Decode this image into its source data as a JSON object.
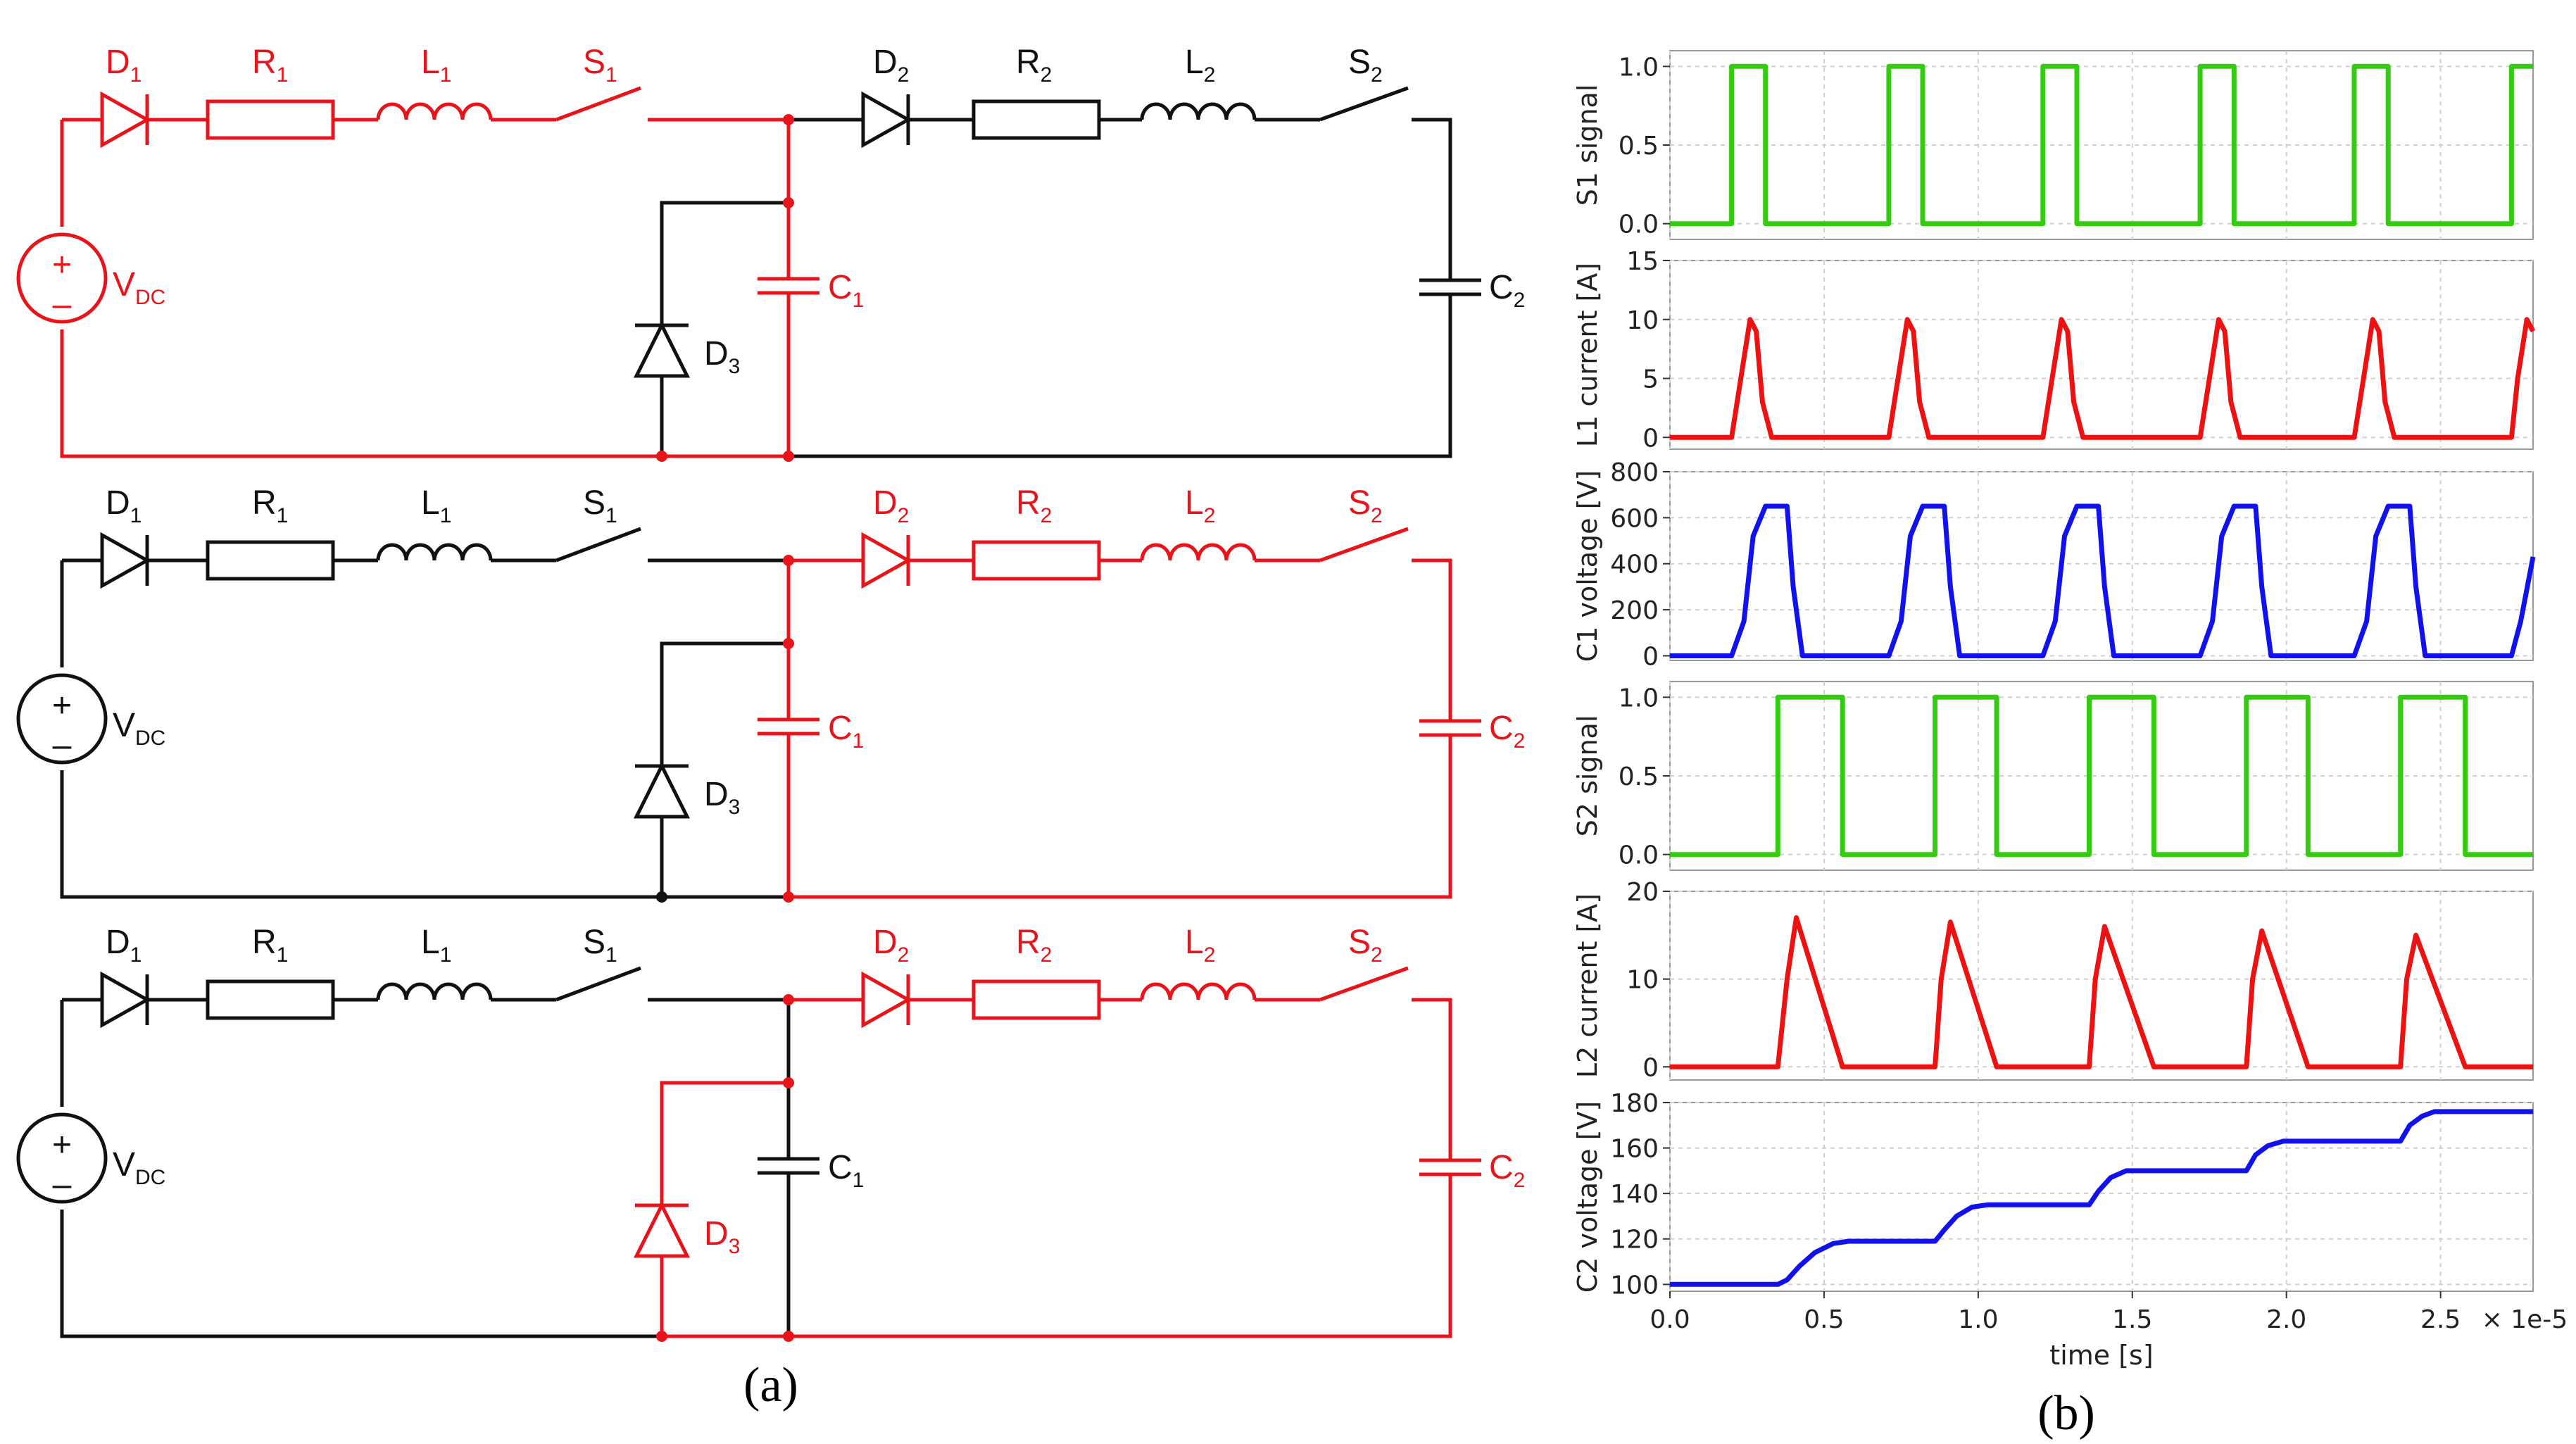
{
  "circuit": {
    "stages": [
      {
        "id": "stage1",
        "red": [
          "D1",
          "R1",
          "L1",
          "S1",
          "VDC",
          "C1",
          "bottom_left",
          "left_wire",
          "top1",
          "top2_left",
          "c1_leg"
        ]
      },
      {
        "id": "stage2",
        "red": [
          "D2",
          "R2",
          "L2",
          "S2",
          "C2",
          "C1",
          "top2_right",
          "right_wire",
          "bottom_right",
          "c1_leg"
        ]
      },
      {
        "id": "stage3",
        "red": [
          "D2",
          "R2",
          "L2",
          "S2",
          "C2",
          "D3",
          "top2_right",
          "right_wire",
          "bottom_right",
          "d3_loop"
        ]
      }
    ],
    "labels": {
      "D1": "D",
      "D1_sub": "1",
      "R1": "R",
      "R1_sub": "1",
      "L1": "L",
      "L1_sub": "1",
      "S1": "S",
      "S1_sub": "1",
      "D2": "D",
      "D2_sub": "2",
      "R2": "R",
      "R2_sub": "2",
      "L2": "L",
      "L2_sub": "2",
      "S2": "S",
      "S2_sub": "2",
      "C1": "C",
      "C1_sub": "1",
      "C2": "C",
      "C2_sub": "2",
      "D3": "D",
      "D3_sub": "3",
      "V": "V",
      "V_sub": "DC"
    },
    "caption": "(a)"
  },
  "caption_b": "(b)",
  "colors": {
    "active": "#e8141b",
    "inactive": "#111111",
    "green": "#33cc11",
    "red": "#ee1111",
    "blue": "#1111ee",
    "grid": "#d0d0d0"
  },
  "chart_data": {
    "type": "line",
    "xlabel": "time [s]",
    "x_multiplier": "× 1e-5",
    "xlim": [
      0,
      2.8
    ],
    "x_ticks": [
      "0.0",
      "0.5",
      "1.0",
      "1.5",
      "2.0",
      "2.5"
    ],
    "panels": [
      {
        "ylabel": "S1 signal",
        "ylim": [
          -0.1,
          1.1
        ],
        "y_ticks": [
          0,
          0.5,
          1.0
        ],
        "y_tick_labels": [
          "0.0",
          "0.5",
          "1.0"
        ],
        "color": "green",
        "x": [
          0,
          0.2,
          0.2,
          0.31,
          0.31,
          0.71,
          0.71,
          0.82,
          0.82,
          1.21,
          1.21,
          1.32,
          1.32,
          1.72,
          1.72,
          1.83,
          1.83,
          2.22,
          2.22,
          2.33,
          2.33,
          2.73,
          2.73,
          2.8
        ],
        "y": [
          0,
          0,
          1,
          1,
          0,
          0,
          1,
          1,
          0,
          0,
          1,
          1,
          0,
          0,
          1,
          1,
          0,
          0,
          1,
          1,
          0,
          0,
          1,
          1
        ]
      },
      {
        "ylabel": "L1 current [A]",
        "ylim": [
          -1,
          15
        ],
        "y_ticks": [
          0,
          5,
          10,
          15
        ],
        "y_tick_labels": [
          "0",
          "5",
          "10",
          "15"
        ],
        "color": "red",
        "x": [
          0,
          0.2,
          0.23,
          0.26,
          0.28,
          0.3,
          0.33,
          0.71,
          0.74,
          0.77,
          0.79,
          0.81,
          0.84,
          1.21,
          1.24,
          1.27,
          1.29,
          1.31,
          1.34,
          1.72,
          1.75,
          1.78,
          1.8,
          1.82,
          1.85,
          2.22,
          2.25,
          2.28,
          2.3,
          2.32,
          2.35,
          2.73,
          2.75,
          2.78,
          2.8
        ],
        "y": [
          0,
          0,
          5,
          10,
          9,
          3,
          0,
          0,
          5,
          10,
          9,
          3,
          0,
          0,
          5,
          10,
          9,
          3,
          0,
          0,
          5,
          10,
          9,
          3,
          0,
          0,
          5,
          10,
          9,
          3,
          0,
          0,
          5,
          10,
          9
        ]
      },
      {
        "ylabel": "C1 voltage [V]",
        "ylim": [
          -20,
          800
        ],
        "y_ticks": [
          0,
          200,
          400,
          600,
          800
        ],
        "y_tick_labels": [
          "0",
          "200",
          "400",
          "600",
          "800"
        ],
        "color": "blue",
        "x": [
          0,
          0.2,
          0.24,
          0.27,
          0.31,
          0.38,
          0.4,
          0.43,
          0.71,
          0.75,
          0.78,
          0.82,
          0.89,
          0.91,
          0.94,
          1.21,
          1.25,
          1.28,
          1.32,
          1.39,
          1.41,
          1.44,
          1.72,
          1.76,
          1.79,
          1.83,
          1.9,
          1.92,
          1.95,
          2.22,
          2.26,
          2.29,
          2.33,
          2.4,
          2.42,
          2.45,
          2.73,
          2.76,
          2.8
        ],
        "y": [
          0,
          0,
          150,
          520,
          650,
          650,
          300,
          0,
          0,
          150,
          520,
          650,
          650,
          300,
          0,
          0,
          150,
          520,
          650,
          650,
          300,
          0,
          0,
          150,
          520,
          650,
          650,
          300,
          0,
          0,
          150,
          520,
          650,
          650,
          300,
          0,
          0,
          150,
          430
        ]
      },
      {
        "ylabel": "S2 signal",
        "ylim": [
          -0.1,
          1.1
        ],
        "y_ticks": [
          0,
          0.5,
          1.0
        ],
        "y_tick_labels": [
          "0.0",
          "0.5",
          "1.0"
        ],
        "color": "green",
        "x": [
          0,
          0.35,
          0.35,
          0.56,
          0.56,
          0.86,
          0.86,
          1.06,
          1.06,
          1.36,
          1.36,
          1.57,
          1.57,
          1.87,
          1.87,
          2.07,
          2.07,
          2.37,
          2.37,
          2.58,
          2.58,
          2.8
        ],
        "y": [
          0,
          0,
          1,
          1,
          0,
          0,
          1,
          1,
          0,
          0,
          1,
          1,
          0,
          0,
          1,
          1,
          0,
          0,
          1,
          1,
          0,
          0
        ]
      },
      {
        "ylabel": "L2 current [A]",
        "ylim": [
          -1.5,
          20
        ],
        "y_ticks": [
          0,
          10,
          20
        ],
        "y_tick_labels": [
          "0",
          "10",
          "20"
        ],
        "color": "red",
        "x": [
          0,
          0.35,
          0.38,
          0.41,
          0.56,
          0.86,
          0.88,
          0.91,
          1.06,
          1.36,
          1.38,
          1.41,
          1.57,
          1.87,
          1.89,
          1.92,
          2.07,
          2.37,
          2.39,
          2.42,
          2.58,
          2.8
        ],
        "y": [
          0,
          0,
          10,
          17,
          0,
          0,
          10,
          16.5,
          0,
          0,
          10,
          16,
          0,
          0,
          10,
          15.5,
          0,
          0,
          10,
          15,
          0,
          0
        ]
      },
      {
        "ylabel": "C2 voltage [V]",
        "ylim": [
          97,
          180
        ],
        "y_ticks": [
          100,
          120,
          140,
          160,
          180
        ],
        "y_tick_labels": [
          "100",
          "120",
          "140",
          "160",
          "180"
        ],
        "color": "blue",
        "x": [
          0,
          0.35,
          0.38,
          0.42,
          0.47,
          0.53,
          0.58,
          0.86,
          0.89,
          0.93,
          0.98,
          1.03,
          1.36,
          1.39,
          1.43,
          1.48,
          1.53,
          1.87,
          1.9,
          1.94,
          1.99,
          2.04,
          2.37,
          2.4,
          2.44,
          2.48,
          2.52,
          2.8
        ],
        "y": [
          100,
          100,
          102,
          108,
          114,
          118,
          119,
          119,
          124,
          130,
          134,
          135,
          135,
          141,
          147,
          150,
          150,
          150,
          157,
          161,
          163,
          163,
          163,
          170,
          174,
          176,
          176,
          176
        ]
      }
    ]
  }
}
